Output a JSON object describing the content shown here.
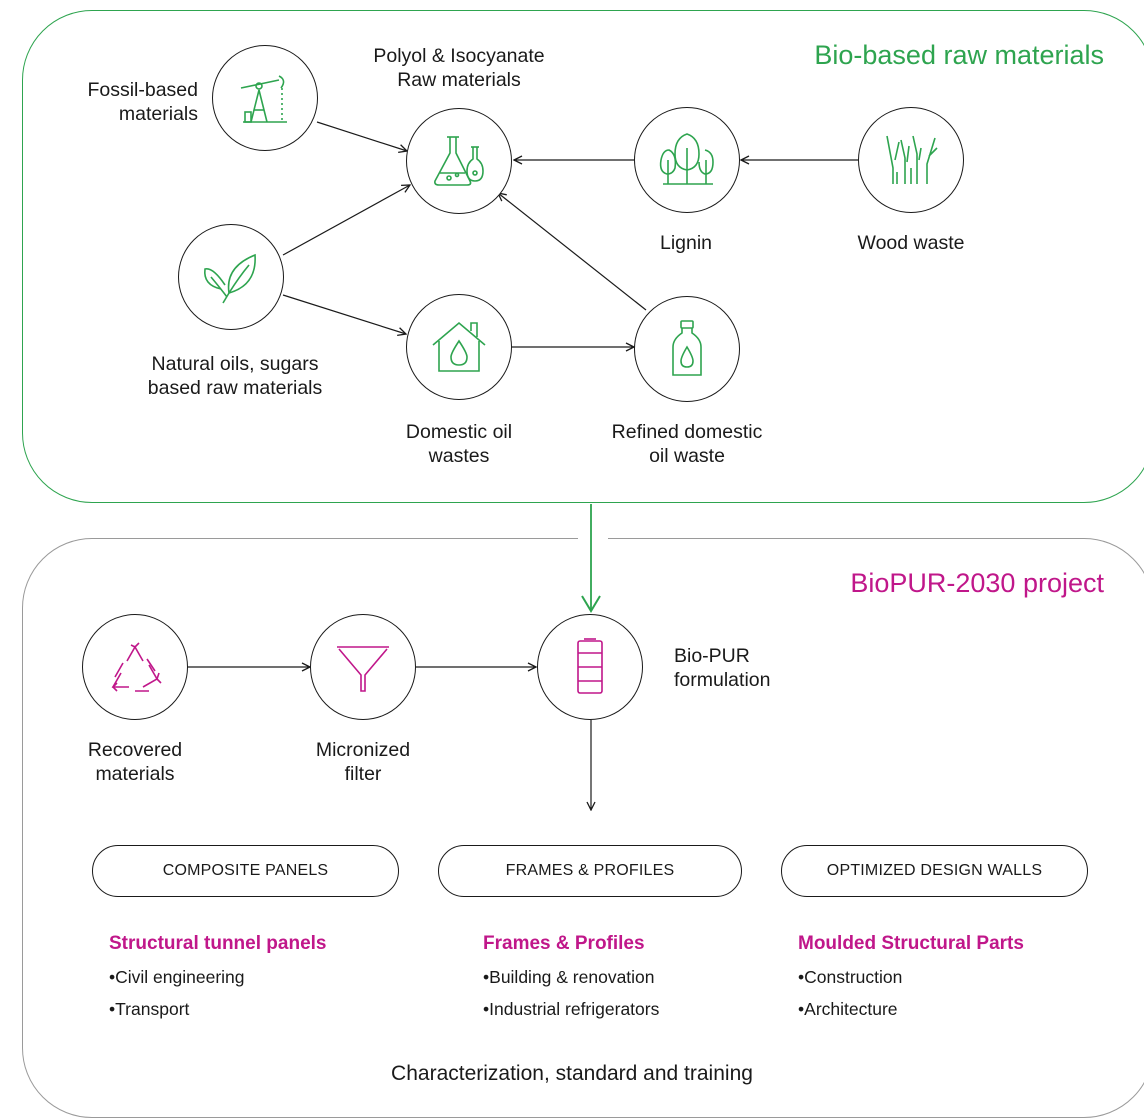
{
  "sections": {
    "bio_based": {
      "title": "Bio-based raw materials",
      "color": "#2ea44f"
    },
    "biopur": {
      "title": "BioPUR-2030 project",
      "color": "#c0178a"
    }
  },
  "nodes": {
    "fossil": {
      "line1": "Fossil-based",
      "line2": "materials",
      "icon": "oil-pump-icon"
    },
    "polyol": {
      "line1": "Polyol & Isocyanate",
      "line2": "Raw materials",
      "icon": "lab-flasks-icon"
    },
    "lignin": {
      "line1": "Lignin",
      "icon": "trees-icon"
    },
    "wood": {
      "line1": "Wood waste",
      "icon": "wood-branches-icon"
    },
    "natural": {
      "line1": "Natural oils, sugars",
      "line2": "based raw materials",
      "icon": "leaves-icon"
    },
    "domestic": {
      "line1": "Domestic oil",
      "line2": "wastes",
      "icon": "house-drop-icon"
    },
    "refined": {
      "line1": "Refined domestic",
      "line2": "oil waste",
      "icon": "bottle-drop-icon"
    },
    "recovered": {
      "line1": "Recovered",
      "line2": "materials",
      "icon": "recycle-icon"
    },
    "micronized": {
      "line1": "Micronized",
      "line2": "filter",
      "icon": "funnel-icon"
    },
    "biopur": {
      "line1": "Bio-PUR",
      "line2": "formulation",
      "icon": "barrel-icon"
    }
  },
  "pills": {
    "composite": "COMPOSITE PANELS",
    "frames": "FRAMES & PROFILES",
    "walls": "OPTIMIZED DESIGN WALLS"
  },
  "categories": [
    {
      "title": "Structural tunnel panels",
      "items": [
        "Civil engineering",
        "Transport"
      ]
    },
    {
      "title": "Frames & Profiles",
      "items": [
        "Building & renovation",
        "Industrial refrigerators"
      ]
    },
    {
      "title": "Moulded Structural Parts",
      "items": [
        "Construction",
        "Architecture"
      ]
    }
  ],
  "footer": "Characterization, standard and training",
  "colors": {
    "green": "#2ea44f",
    "magenta": "#c0178a",
    "line": "#1a1a1a",
    "frame_grey": "#9a9a9a"
  }
}
